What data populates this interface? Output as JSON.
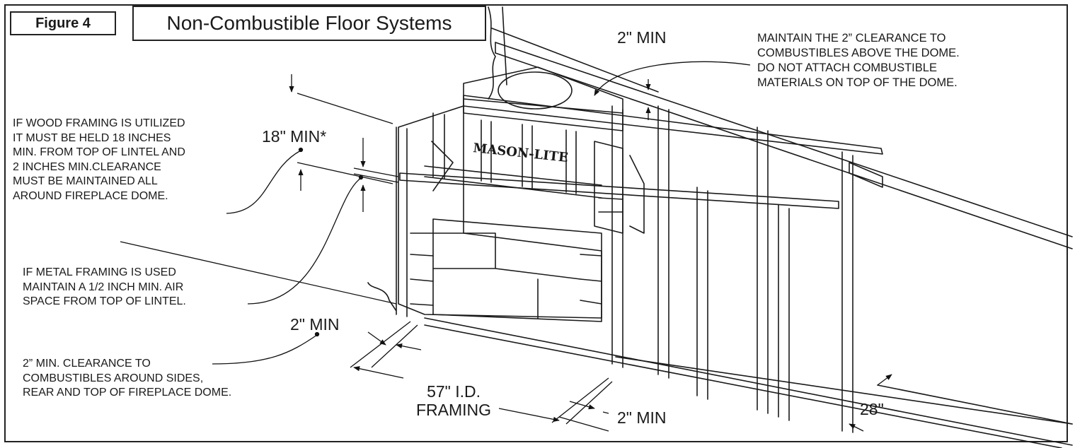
{
  "figure_label": "Figure 4",
  "title": "Non-Combustible Floor Systems",
  "brand_text": "MASON-LITE",
  "notes": {
    "top_right": "MAINTAIN THE 2” CLEARANCE TO\nCOMBUSTIBLES ABOVE THE DOME.\nDO NOT ATTACH COMBUSTIBLE\nMATERIALS ON TOP OF THE DOME.",
    "wood_framing": "IF WOOD FRAMING IS UTILIZED\nIT MUST BE HELD 18 INCHES\nMIN. FROM TOP OF LINTEL AND\n2 INCHES MIN.CLEARANCE\nMUST BE MAINTAINED ALL\nAROUND FIREPLACE DOME.",
    "metal_framing": "IF METAL FRAMING IS USED\nMAINTAIN A 1/2 INCH MIN. AIR\nSPACE FROM TOP OF LINTEL.",
    "sides_clearance": "2” MIN. CLEARANCE TO\nCOMBUSTIBLES AROUND SIDES,\nREAR AND TOP OF FIREPLACE DOME."
  },
  "dimensions": {
    "top_clearance": "2\" MIN",
    "lintel_clearance": "18\" MIN*",
    "left_side": "2\" MIN",
    "framing_width": "57\" I.D.\nFRAMING",
    "right_side": "2\" MIN",
    "stud_depth": "28\""
  }
}
